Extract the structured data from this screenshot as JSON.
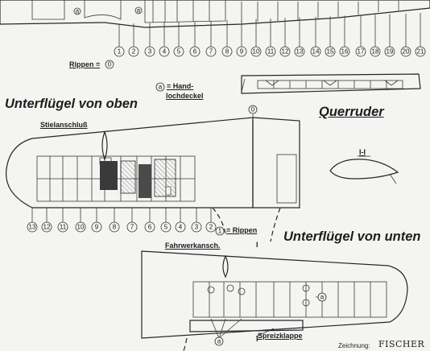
{
  "upper_view": {
    "rib_numbers": [
      "1",
      "2",
      "3",
      "4",
      "5",
      "6",
      "7",
      "8",
      "9",
      "10",
      "11",
      "12",
      "13",
      "14",
      "15",
      "16",
      "17",
      "18",
      "19",
      "20",
      "21"
    ],
    "handhole_mark": "a"
  },
  "legend": {
    "rib_label": "Rippen =",
    "rib_symbol": "0",
    "handhole_symbol": "a",
    "handhole_label_line1": "= Hand-",
    "handhole_label_line2": "lochdeckel"
  },
  "views": {
    "wing_top_title": "Unterflügel von oben",
    "aileron_title": "Querruder",
    "wing_bottom_title": "Unterflügel von unten"
  },
  "wing_top": {
    "strut_label": "Stielanschluß",
    "root_rib_symbol": "0",
    "rib_numbers": [
      "13",
      "12",
      "11",
      "10",
      "9",
      "8",
      "7",
      "6",
      "5",
      "4",
      "3",
      "2"
    ],
    "rib_legend_symbol": "1",
    "rib_legend_label": "= Rippen"
  },
  "section": {
    "label": "I-I"
  },
  "wing_bottom": {
    "gear_label": "Fahrwerkansch.",
    "section_mark_top": "I",
    "section_mark_bottom": "I",
    "flap_label": "Spreizklappe",
    "handhole_marks": [
      "a",
      "a"
    ]
  },
  "credit": {
    "label": "Zeichnung:",
    "author": "FISCHER"
  }
}
